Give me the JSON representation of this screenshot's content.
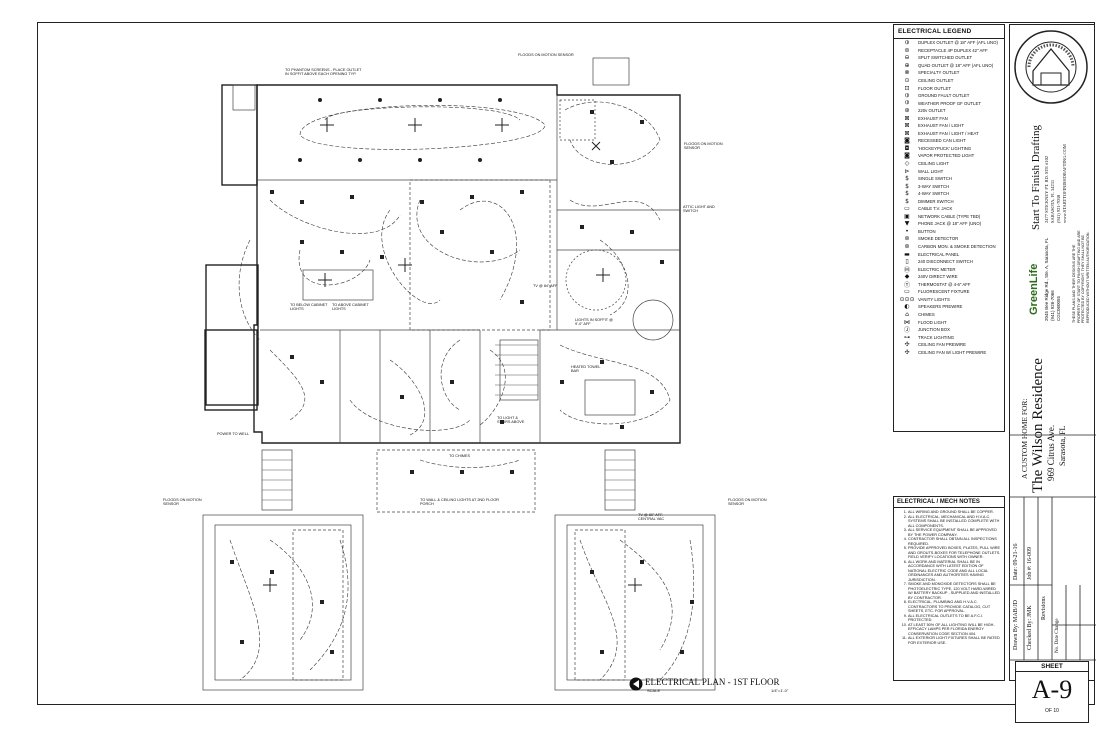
{
  "legend": {
    "title": "ELECTRICAL LEGEND",
    "items": [
      {
        "icon": "duplex-outlet-icon",
        "glyph": "⦶",
        "label": "DUPLEX OUTLET @ 18\" AFF (AFL UNO)"
      },
      {
        "icon": "receptacle-icon",
        "glyph": "⊜",
        "label": "RECEPTACLE 4P DUPLEX 42\" AFF"
      },
      {
        "icon": "split-outlet-icon",
        "glyph": "⊖",
        "label": "SPLIT SWITCHED OUTLET"
      },
      {
        "icon": "quad-outlet-icon",
        "glyph": "⊕",
        "label": "QUAD OUTLET @ 18\" AFF (AFL UNO)"
      },
      {
        "icon": "special-outlet-icon",
        "glyph": "⊗",
        "label": "SPECIALTY OUTLET"
      },
      {
        "icon": "ceiling-outlet-icon",
        "glyph": "⊙",
        "label": "CEILING OUTLET"
      },
      {
        "icon": "floor-outlet-icon",
        "glyph": "⊡",
        "label": "FLOOR OUTLET"
      },
      {
        "icon": "gfi-outlet-icon",
        "glyph": "⦶",
        "label": "GROUND FAULT OUTLET"
      },
      {
        "icon": "weatherproof-outlet-icon",
        "glyph": "⦶",
        "label": "WEATHER PROOF GF OUTLET"
      },
      {
        "icon": "220v-outlet-icon",
        "glyph": "⊛",
        "label": "220v OUTLET"
      },
      {
        "icon": "exhaust-fan-icon",
        "glyph": "⊠",
        "label": "EXHAUST FAN"
      },
      {
        "icon": "exhaust-fan-light-icon",
        "glyph": "⊠",
        "label": "EXHAUST FAN / LIGHT"
      },
      {
        "icon": "exhaust-fan-heat-icon",
        "glyph": "⊠",
        "label": "EXHAUST FAN / LIGHT / HEAT"
      },
      {
        "icon": "recessed-light-icon",
        "glyph": "◙",
        "label": "RECESSED CAN LIGHT"
      },
      {
        "icon": "hockeypuck-light-icon",
        "glyph": "◘",
        "label": "'HOCKEYPUCK' LIGHTING"
      },
      {
        "icon": "vapor-light-icon",
        "glyph": "◙",
        "label": "VAPOR PROTECTED LIGHT"
      },
      {
        "icon": "ceiling-light-icon",
        "glyph": "◇",
        "label": "CEILING LIGHT"
      },
      {
        "icon": "wall-light-icon",
        "glyph": "⊳",
        "label": "WALL LIGHT"
      },
      {
        "icon": "single-switch-icon",
        "glyph": "$",
        "label": "SINGLE SWITCH"
      },
      {
        "icon": "3way-switch-icon",
        "glyph": "$",
        "label": "3-WAY SWITCH"
      },
      {
        "icon": "4way-switch-icon",
        "glyph": "$",
        "label": "4-WAY SWITCH"
      },
      {
        "icon": "dimmer-switch-icon",
        "glyph": "$",
        "label": "DIMMER SWITCH"
      },
      {
        "icon": "cable-jack-icon",
        "glyph": "▭",
        "label": "CABLE T.V. JACK"
      },
      {
        "icon": "network-cable-icon",
        "glyph": "▣",
        "label": "NETWORK CABLE (TYPE TBD)"
      },
      {
        "icon": "phone-jack-icon",
        "glyph": "▼",
        "label": "PHONE JACK @ 18\" AFF (UNO)"
      },
      {
        "icon": "button-icon",
        "glyph": "•",
        "label": "BUTTON"
      },
      {
        "icon": "smoke-detector-icon",
        "glyph": "⊚",
        "label": "SMOKE DETECTOR"
      },
      {
        "icon": "co-detector-icon",
        "glyph": "⊚",
        "label": "CARBON MON. & SMOKE DETECTION"
      },
      {
        "icon": "electrical-panel-icon",
        "glyph": "▬",
        "label": "ELECTRICAL PANEL"
      },
      {
        "icon": "disconnect-icon",
        "glyph": "▯",
        "label": "240 DISCONNECT SWITCH"
      },
      {
        "icon": "meter-icon",
        "glyph": "Ⓜ",
        "label": "ELECTRIC METER"
      },
      {
        "icon": "direct-wire-icon",
        "glyph": "◆",
        "label": "240V DIRECT WIRE"
      },
      {
        "icon": "thermostat-icon",
        "glyph": "Ⓣ",
        "label": "THERMOSTAT @ 4-6\" AFF"
      },
      {
        "icon": "fluorescent-icon",
        "glyph": "▭",
        "label": "FLUORESCENT FIXTURE"
      },
      {
        "icon": "vanity-light-icon",
        "glyph": "⊙⊙⊙",
        "label": "VANITY LIGHTS"
      },
      {
        "icon": "speaker-icon",
        "glyph": "◐",
        "label": "SPEAKERS PREWIRE"
      },
      {
        "icon": "chimes-icon",
        "glyph": "⌂",
        "label": "CHIMES"
      },
      {
        "icon": "flood-light-icon",
        "glyph": "⋈",
        "label": "FLOOD LIGHT"
      },
      {
        "icon": "junction-box-icon",
        "glyph": "Ⓙ",
        "label": "JUNCTION BOX"
      },
      {
        "icon": "track-light-icon",
        "glyph": "⊶",
        "label": "TRACK LIGHTING"
      },
      {
        "icon": "ceiling-fan-icon",
        "glyph": "✣",
        "label": "CEILING FAN PREWIRE"
      },
      {
        "icon": "ceiling-fan-light-icon",
        "glyph": "✣",
        "label": "CEILING FAN W/ LIGHT PREWIRE"
      }
    ]
  },
  "notes": {
    "title": "ELECTRICAL / MECH NOTES",
    "items": [
      "ALL WIRING AND GROUND SHALL BE COPPER.",
      "ALL ELECTRICAL, MECHANICAL AND H.V.A.C. SYSTEMS SHALL BE INSTALLED COMPLETE WITH ALL COMPONENTS.",
      "ALL SERVICE EQUIPMENT SHALL BE APPROVED BY THE POWER COMPANY.",
      "CONTRACTOR SHALL OBTAIN ALL INSPECTIONS REQUIRED.",
      "PROVIDE APPROVED BOXES, PLATES, PULL WIRE AND GROUTS-BOXES FOR TELEPHONE OUTLETS. FIELD VERIFY LOCATIONS WITH OWNER.",
      "ALL WORK AND MATERIAL SHALL BE IN ACCORDANCE WITH LATEST EDITION OF NATIONAL ELECTRIC CODE AND ALL LOCAL ORDINANCES AND AUTHORITIES HAVING JURISDICTION.",
      "SMOKE AND MONOXIDE DETECTORS SHALL BE PHOTOELECTRIC TYPE, 120 VOLT HARD-WIRED W/ BATTERY BACKUP - SUPPLIED AND INSTALLED BY CONTRACTOR.",
      "ELECTRICAL, PLUMBING AND H.V.A.C. CONTRACTORS TO PROVIDE CATALOG, CUT SHEETS, ETC. FOR APPROVAL.",
      "ALL ELECTRICAL OUTLETS TO BE A.F.C.I. PROTECTED.",
      "AT LEAST 50% OF ALL LIGHTING WILL BE HIGH-EFFICACY LAMPS PER FLORIDA ENERGY CONSERVATION CODE SECTION 404.",
      "ALL EXTERIOR LIGHT FIXTURES SHALL BE RATED FOR EXTERIOR USE."
    ]
  },
  "title_block": {
    "firm_name": "Start To Finish Drafting",
    "firm_address": [
      "2477 STICKNEY PT. RD. STE #102",
      "SARASOTA, FL 34231",
      "(941) 921-7030",
      "www.STARTTOFINISHDRAFTING.COM"
    ],
    "builder_logo": "GreenLife",
    "builder_info": [
      "2045 Bee Ridge Rd., Ste. A, Sarasota, FL",
      "(941) 926-7066",
      "CGC060055"
    ],
    "disclaimer": "THESE PLANS AND THEIR DESIGNS ARE THE PROPERTY OF START TO FINISH DRAFTING AND ARE PROTECTED BY COPYRIGHT. THEY SHALL NOT BE REPRODUCED WITHOUT WRITTEN AUTHORIZATION.",
    "project_prefix": "A CUSTOM HOME FOR:",
    "project_name": "The Wilson Residence",
    "project_address": "969 Citrus Ave.",
    "project_city": "Sarasota, FL",
    "date_label": "Date: 09-21-16",
    "drawn_by": "Drawn By: MAB/JD",
    "job": "Job #: 16-009",
    "checked_by": "Checked By: JMK",
    "revisions": "Revisions",
    "rev_cols": "No.  Date  Change",
    "sheet_label": "SHEET",
    "sheet_number": "A-9",
    "sheet_of": "OF 10"
  },
  "drawing": {
    "title": "ELECTRICAL PLAN - 1ST FLOOR",
    "scale_label": "SCALE",
    "scale_value": "1/4\"=1'-0\"",
    "annotations": [
      "FLOODS ON MOTION SENSOR",
      "TO PHANTOM SCREENS - PLACE OUTLET IN SOFFIT ABOVE EACH OPENING TYP.",
      "FLOODS ON MOTION SENSOR",
      "ATTIC LIGHT AND SWITCH",
      "TV @ 84\" AFF",
      "TO BELOW CABINET LIGHTS",
      "TO ABOVE CABINET LIGHTS",
      "LIGHTS IN SOFFIT @ 9'-0\" AFF",
      "HEATED TOWEL BAR",
      "POWER TO WELL",
      "TO CHIMES",
      "TO LIGHT & STAIRS ABOVE",
      "TO WALL & CEILING LIGHTS AT 2ND FLOOR PORCH",
      "FLOODS ON MOTION SENSOR",
      "TV @ 80\" AFF. CENTRAL VAC",
      "FLOODS ON MOTION SENSOR"
    ]
  }
}
